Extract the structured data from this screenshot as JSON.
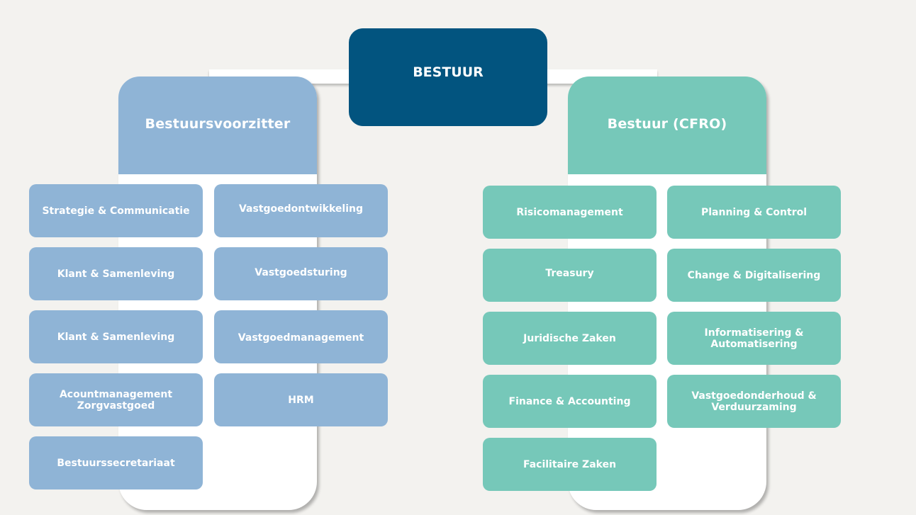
{
  "top": {
    "label": "BESTUUR"
  },
  "colors": {
    "top": "#02547f",
    "left_branch": "#8fb4d6",
    "right_branch": "#76c8b9",
    "panel": "#ffffff",
    "background": "#f3f2ef"
  },
  "left": {
    "title": "Bestuursvoorzitter",
    "units": [
      "Strategie & Communicatie",
      "Vastgoedontwikkeling",
      "Klant & Samenleving",
      "Vastgoedsturing",
      "Klant & Samenleving",
      "Vastgoedmanagement",
      "Acountmanagement\nZorgvastgoed",
      "HRM",
      "Bestuurssecretariaat"
    ]
  },
  "right": {
    "title": "Bestuur (CFRO)",
    "units": [
      "Risicomanagement",
      "Planning & Control",
      "Treasury",
      "Change & Digitalisering",
      "Juridische Zaken",
      "Informatisering &\nAutomatisering",
      "Finance & Accounting",
      "Vastgoedonderhoud &\nVerduurzaming",
      "Facilitaire Zaken"
    ]
  }
}
